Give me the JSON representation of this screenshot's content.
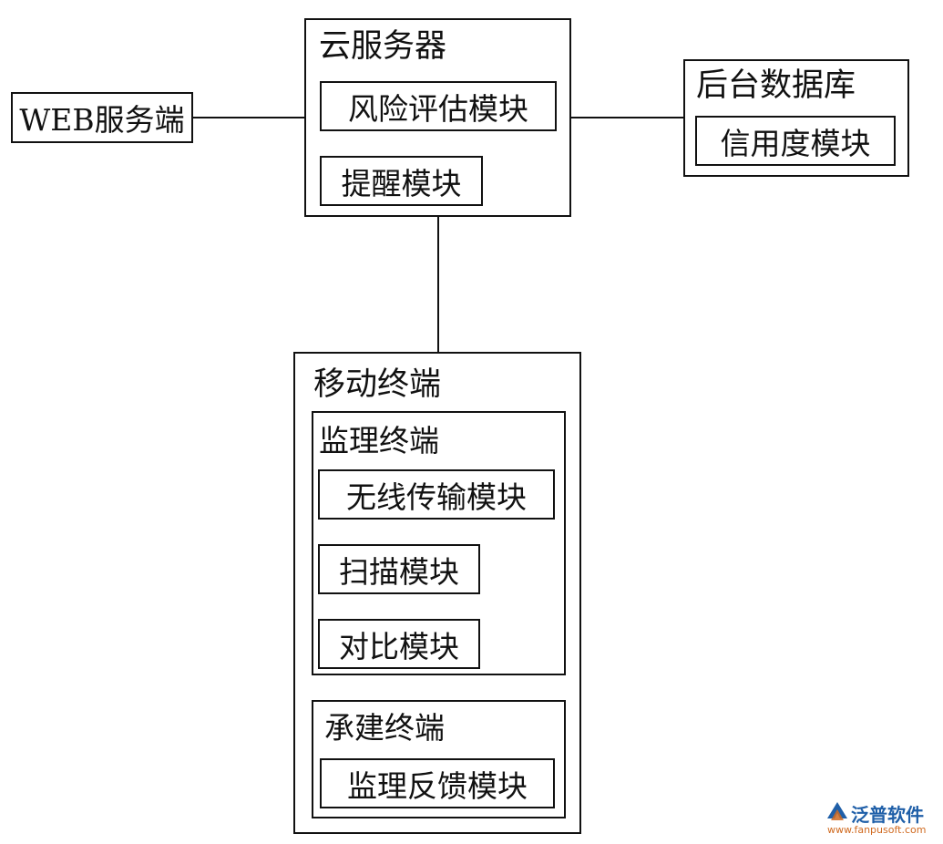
{
  "web": {
    "label": "WEB服务端"
  },
  "cloud": {
    "title": "云服务器",
    "risk_module": "风险评估模块",
    "reminder_module": "提醒模块"
  },
  "backend": {
    "title": "后台数据库",
    "credit_module": "信用度模块"
  },
  "mobile": {
    "title": "移动终端",
    "supervision": {
      "title": "监理终端",
      "wireless_module": "无线传输模块",
      "scan_module": "扫描模块",
      "compare_module": "对比模块"
    },
    "construction": {
      "title": "承建终端",
      "feedback_module": "监理反馈模块"
    }
  },
  "watermark": {
    "name": "泛普软件",
    "url": "www.fanpusoft.com",
    "colors": {
      "name": "#1f5fa8",
      "url": "#d06a20"
    }
  }
}
